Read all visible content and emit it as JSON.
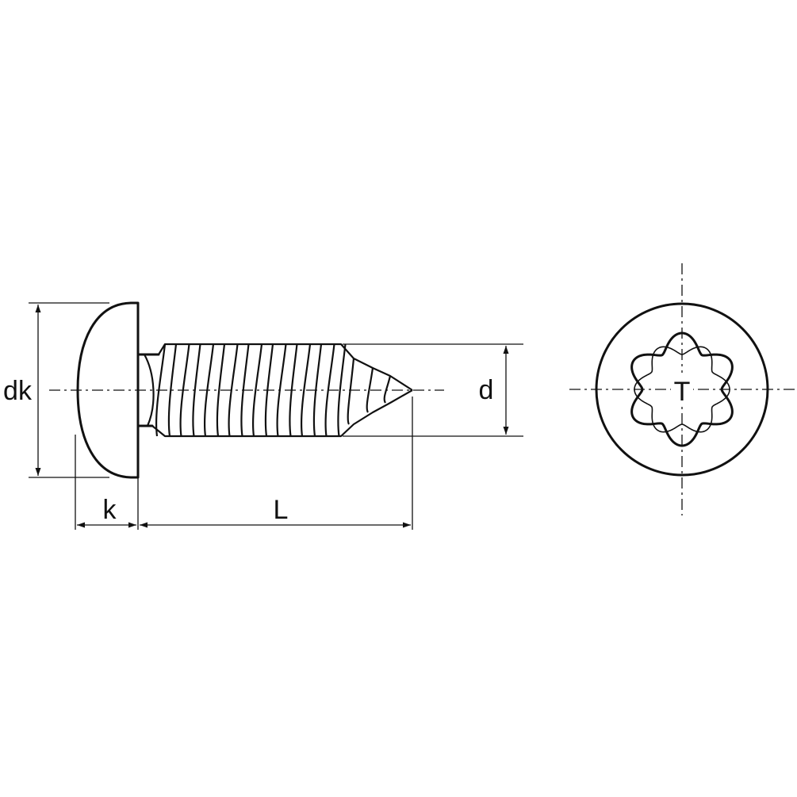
{
  "drawing": {
    "labels": {
      "head_diameter": "dk",
      "head_height": "k",
      "length": "L",
      "thread_diameter": "d",
      "drive_type": "T"
    },
    "line_color": "#111111",
    "background": "#ffffff"
  }
}
